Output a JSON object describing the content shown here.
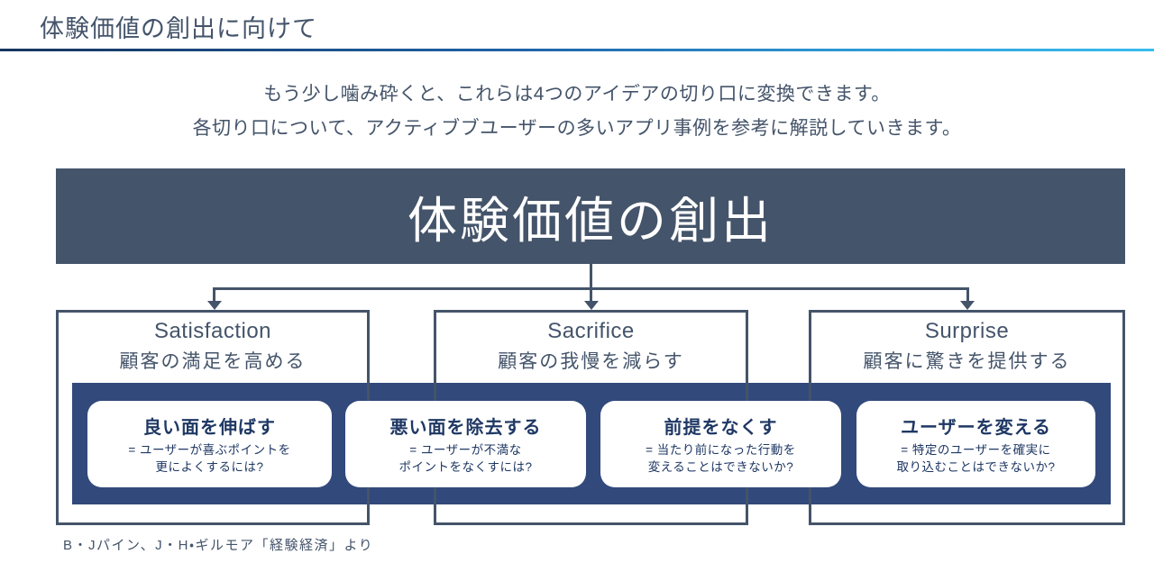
{
  "page": {
    "title": "体験価値の創出に向けて",
    "intro_line1": "もう少し噛み砕くと、これらは4つのアイデアの切り口に変換できます。",
    "intro_line2": "各切り口について、アクティブブユーザーの多いアプリ事例を参考に解説していきます。",
    "citation": "B・Jパイン、J・H・ギルモア「経験経済」より"
  },
  "banner": {
    "label": "体験価値の創出"
  },
  "columns": [
    {
      "en": "Satisfaction",
      "ja": "顧客の満足を高める"
    },
    {
      "en": "Sacrifice",
      "ja": "顧客の我慢を減らす"
    },
    {
      "en": "Surprise",
      "ja": "顧客に驚きを提供する"
    }
  ],
  "cards": [
    {
      "title": "良い面を伸ばす",
      "detail": "= ユーザーが喜ぶポイントを\n更によくするには?"
    },
    {
      "title": "悪い面を除去する",
      "detail": "= ユーザーが不満な\nポイントをなくすには?"
    },
    {
      "title": "前提をなくす",
      "detail": "= 当たり前になった行動を\n変えることはできないか?"
    },
    {
      "title": "ユーザーを変える",
      "detail": "= 特定のユーザーを確実に\n取り込むことはできないか?"
    }
  ],
  "colors": {
    "slate": "#44546A",
    "navy_band": "#32497B",
    "card_text": "#1F3864",
    "accent_line_start": "#16355F",
    "accent_line_end": "#38BCEE"
  }
}
